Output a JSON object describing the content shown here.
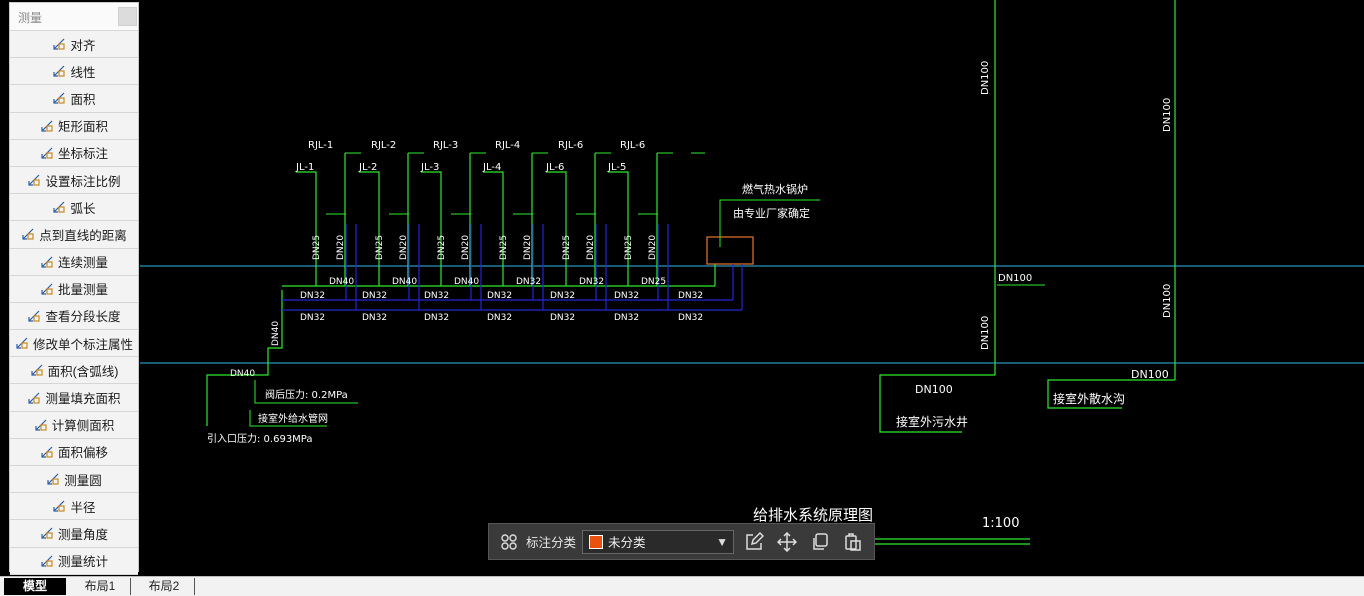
{
  "panel": {
    "title": "测量",
    "items": [
      {
        "label": "对齐",
        "icon": "aligned-dimension-icon"
      },
      {
        "label": "线性",
        "icon": "linear-dimension-icon"
      },
      {
        "label": "面积",
        "icon": "area-icon"
      },
      {
        "label": "矩形面积",
        "icon": "rect-area-icon"
      },
      {
        "label": "坐标标注",
        "icon": "coordinate-icon"
      },
      {
        "label": "设置标注比例",
        "icon": "scale-icon"
      },
      {
        "label": "弧长",
        "icon": "arc-length-icon"
      },
      {
        "label": "点到直线的距离",
        "icon": "point-line-distance-icon"
      },
      {
        "label": "连续测量",
        "icon": "continuous-measure-icon"
      },
      {
        "label": "批量测量",
        "icon": "batch-measure-icon"
      },
      {
        "label": "查看分段长度",
        "icon": "segment-length-icon"
      },
      {
        "label": "修改单个标注属性",
        "icon": "edit-annotation-icon"
      },
      {
        "label": "面积(含弧线)",
        "icon": "arc-area-icon"
      },
      {
        "label": "测量填充面积",
        "icon": "fill-area-icon"
      },
      {
        "label": "计算侧面积",
        "icon": "side-area-icon"
      },
      {
        "label": "面积偏移",
        "icon": "area-offset-icon"
      },
      {
        "label": "测量圆",
        "icon": "circle-measure-icon"
      },
      {
        "label": "半径",
        "icon": "radius-icon"
      },
      {
        "label": "测量角度",
        "icon": "angle-icon"
      },
      {
        "label": "测量统计",
        "icon": "statistics-icon"
      }
    ]
  },
  "tabs": [
    "模型",
    "布局1",
    "布局2"
  ],
  "anno_toolbar": {
    "label": "标注分类",
    "selected": "未分类",
    "swatch_color": "#e8520e"
  },
  "drawing": {
    "risers": [
      "RJL-1",
      "RJL-2",
      "RJL-3",
      "RJL-4",
      "RJL-6",
      "RJL-6"
    ],
    "jl": [
      "JL-1",
      "JL-2",
      "JL-3",
      "JL-4",
      "JL-6",
      "JL-5"
    ],
    "vertical_sizes": [
      "DN25",
      "DN20",
      "DN25",
      "DN20",
      "DN25",
      "DN20",
      "DN25",
      "DN20",
      "DN25",
      "DN20",
      "DN25",
      "DN20"
    ],
    "upper_sizes": [
      "DN40",
      "DN40",
      "DN40",
      "DN32",
      "DN32",
      "DN25"
    ],
    "mid_sizes": [
      "DN32",
      "DN32",
      "DN32",
      "DN32",
      "DN32",
      "DN32",
      "DN32"
    ],
    "low_sizes": [
      "DN32",
      "DN32",
      "DN32",
      "DN32",
      "DN32",
      "DN32",
      "DN32"
    ],
    "boiler_title": "燃气热水锅炉",
    "boiler_note": "由专业厂家确定",
    "dn100_labels": [
      "DN100",
      "DN100",
      "DN100",
      "DN100",
      "DN100",
      "DN100",
      "DN100"
    ],
    "dn40_vertical": "DN40",
    "dn40_inlet": "DN40",
    "pressure_after_valve": "阀后压力:  0.2MPa",
    "outdoor_supply": "接室外给水管网",
    "inlet_pressure": "引入口压力:  0.693MPa",
    "sewage_well": "接室外污水井",
    "rain_ditch": "接室外散水沟",
    "drawing_title": "给排水系统原理图",
    "scale": "1:100"
  }
}
